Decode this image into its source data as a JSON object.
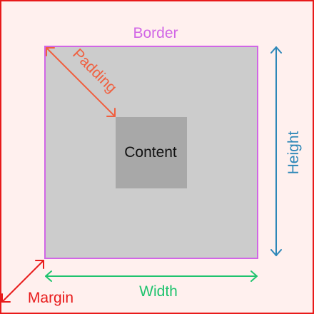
{
  "labels": {
    "border": "Border",
    "padding": "Padding",
    "content": "Content",
    "height": "Height",
    "width": "Width",
    "margin": "Margin"
  },
  "colors": {
    "page_background": "#FFF0EE",
    "outer_frame": "#E81A1A",
    "margin": "#E81A1A",
    "border": "#D166E6",
    "padding_box": "#CCCCCC",
    "padding_label": "#F06040",
    "content_box": "#A8A8A8",
    "content_label": "#111111",
    "height": "#2D87B8",
    "width": "#1FC36E"
  }
}
